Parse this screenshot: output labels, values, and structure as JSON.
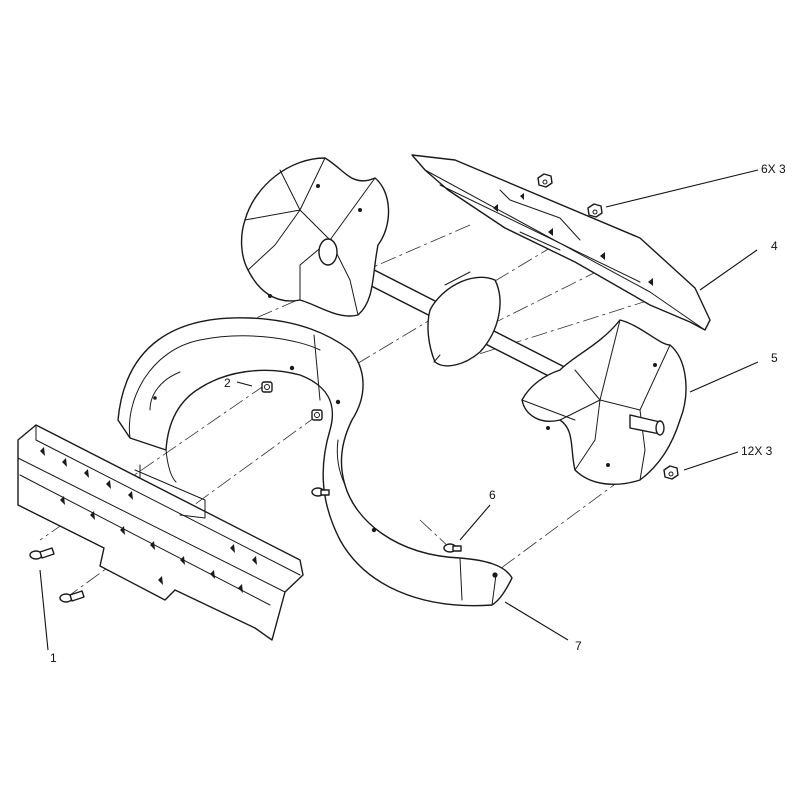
{
  "callouts": {
    "c1": "1",
    "c2": "2",
    "c4": "4",
    "c5": "5",
    "c6": "6",
    "c7": "7",
    "c6x3": "6X 3",
    "c12x3": "12X 3"
  },
  "colors": {
    "line": "#1a1a1a",
    "background": "#ffffff"
  }
}
